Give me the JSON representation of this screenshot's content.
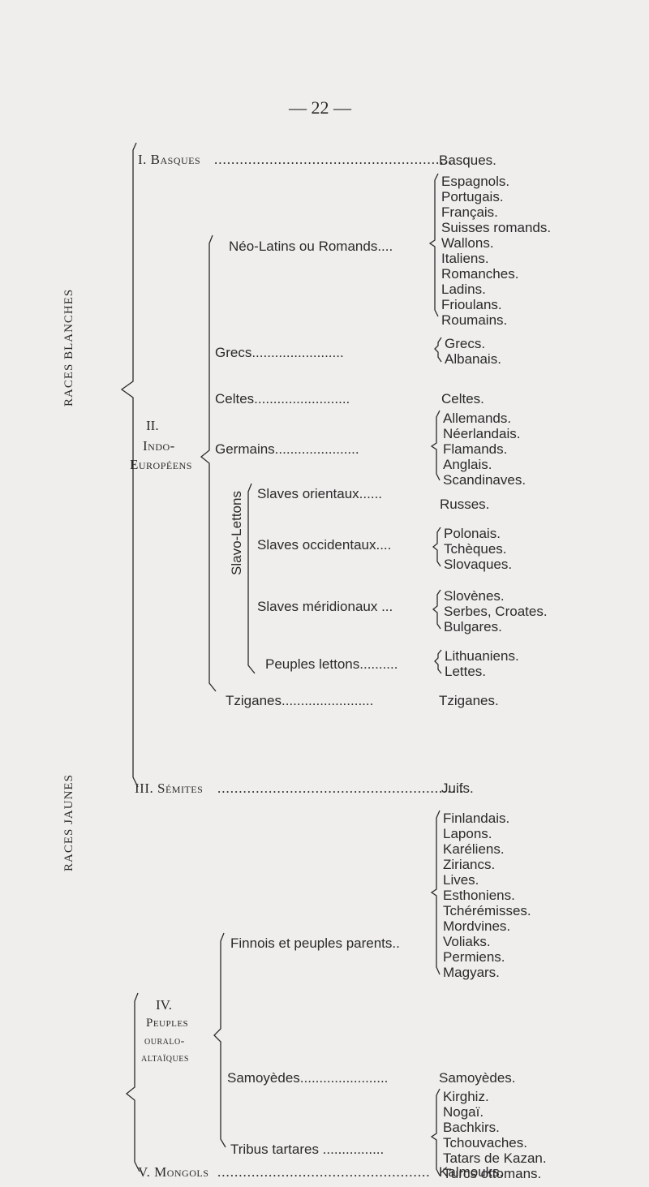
{
  "page_number": "— 22 —",
  "side_labels": {
    "white": "RACES BLANCHES",
    "yellow": "RACES JAUNES",
    "slavo": "Slavo-Lettons"
  },
  "groups": {
    "basques": "I. Basques",
    "indo_num": "II.",
    "indo_l1": "Indo-",
    "indo_l2": "Européens",
    "semites": "III. Sémites",
    "ouralo_num": "IV.",
    "ouralo_l1": "Peuples",
    "ouralo_l2": "ouralo-",
    "ouralo_l3": "altaïques",
    "mongols": "V. Mongols"
  },
  "subgroups": {
    "neo_latins": "Néo-Latins ou Romands....",
    "grecs": "Grecs........................",
    "celtes": "Celtes.........................",
    "germains": "Germains......................",
    "slaves_orientaux": "Slaves orientaux......",
    "slaves_occidentaux": "Slaves occidentaux....",
    "slaves_meridionaux": "Slaves méridionaux ...",
    "peuples_lettons": "Peuples lettons..........",
    "tziganes": "Tziganes........................",
    "finnois": "Finnois et peuples parents..",
    "samoyedes": "Samoyèdes.......................",
    "tribus_tartares": "Tribus tartares ................"
  },
  "basques_dots": "........................................................",
  "semites_dots": "..........................................................",
  "mongols_dots": "..................................................",
  "peoples": {
    "basques": "Basques.",
    "neo_latins": [
      "Espagnols.",
      "Portugais.",
      "Français.",
      "Suisses romands.",
      "Wallons.",
      "Italiens.",
      "Romanches.",
      "Ladins.",
      "Frioulans.",
      "Roumains."
    ],
    "grecs": [
      "Grecs.",
      "Albanais."
    ],
    "celtes": "Celtes.",
    "germains": [
      "Allemands.",
      "Néerlandais.",
      "Flamands.",
      "Anglais.",
      "Scandinaves."
    ],
    "slaves_orientaux": "Russes.",
    "slaves_occidentaux": [
      "Polonais.",
      "Tchèques.",
      "Slovaques."
    ],
    "slaves_meridionaux": [
      "Slovènes.",
      "Serbes, Croates.",
      "Bulgares."
    ],
    "lettons": [
      "Lithuaniens.",
      "Lettes."
    ],
    "tziganes": "Tziganes.",
    "semites": "Juifs.",
    "finnois": [
      "Finlandais.",
      "Lapons.",
      "Karéliens.",
      "Ziriancs.",
      "Lives.",
      "Esthoniens.",
      "Tchérémisses.",
      "Mordvines.",
      "Voliaks.",
      "Permiens.",
      "Magyars."
    ],
    "samoyedes": "Samoyèdes.",
    "tartares": [
      "Kirghiz.",
      "Nogaï.",
      "Bachkirs.",
      "Tchouvaches.",
      "Tatars de Kazan.",
      "Turcs ottomans."
    ],
    "mongols": "Kalmouks."
  }
}
